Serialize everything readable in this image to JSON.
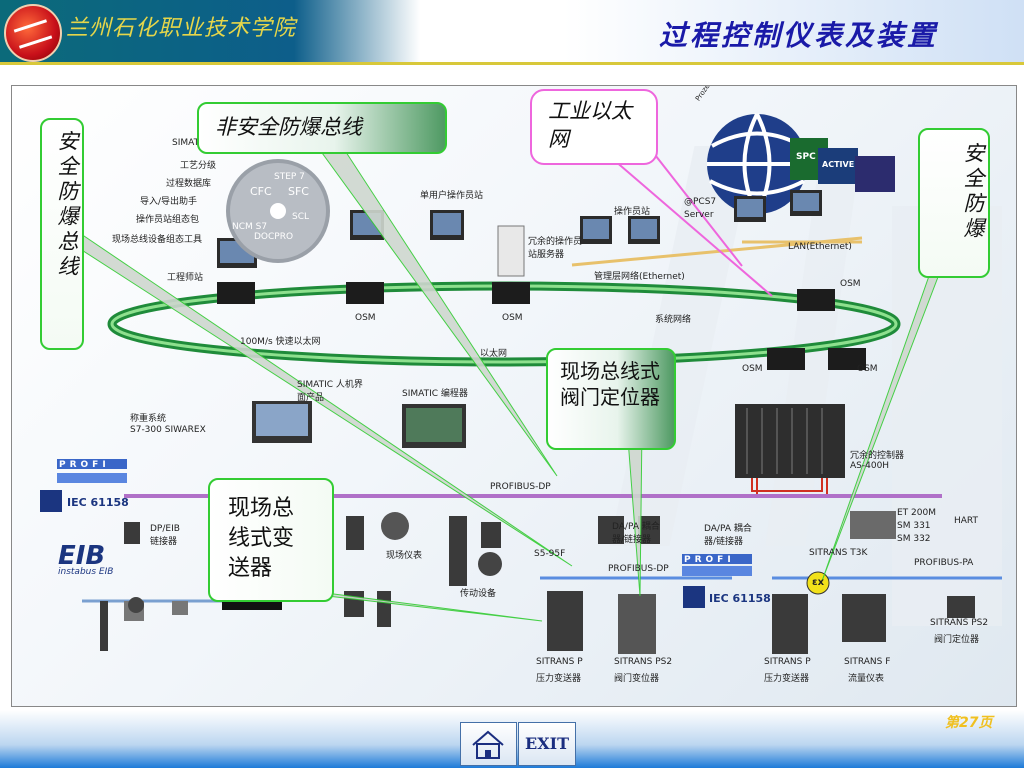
{
  "header": {
    "school_name": "兰州石化职业技术学院",
    "course_title": "过程控制仪表及装置"
  },
  "callouts": {
    "non_safe_bus": "非安全防爆总线",
    "industrial_ethernet": "工业以太网",
    "safe_bus_vertical": "安全防爆总线",
    "safe_vertical": "安全防爆",
    "valve_positioner": "现场总线式阀门定位器",
    "transmitter": "现场总线式变送器"
  },
  "diagram": {
    "simat": "SIMAT",
    "tools": [
      "工艺分级",
      "过程数据库",
      "导入/导出助手",
      "操作员站组态包",
      "现场总线设备组态工具"
    ],
    "eng_station": "工程师站",
    "disc": [
      "STEP 7",
      "CFC",
      "SFC",
      "SCL",
      "NCM S7",
      "DOCPRO"
    ],
    "single_op": "单用户操作员站",
    "redundant_op": "冗余的操作员站服务器",
    "op_station": "操作员站",
    "pcs7": "@PCS7 Server",
    "mgmt_net": "管理层网络(Ethernet)",
    "lan": "LAN(Ethernet)",
    "osm": "OSM",
    "system_net": "系统网络",
    "fast_eth": "100M/s 快速以太网",
    "eth": "以太网",
    "hmi": "SIMATIC 人机界面产品",
    "programmer": "SIMATIC 编程器",
    "weigh": "称重系统",
    "s7": "S7-300 SIWAREX",
    "redundant_ctrl": "冗余的控制器",
    "as": "AS-400H",
    "profibus_dp": "PROFIBUS-DP",
    "profibus_pa": "PROFIBUS-PA",
    "profi": "PROFI",
    "iec": "IEC 61158",
    "dp_eib": "DP/EIB 链接器",
    "dp_pa_coupler": "DA/PA 耦合器/链接器",
    "dp_pa_coupler2": "DA/PA 耦合器/链接器",
    "eib": "EIB",
    "instabus": "instabus EIB",
    "field_instr": "现场仪表",
    "drive": "传动设备",
    "et200": "ET 200M",
    "sm331": "SM 331",
    "sm332": "SM 332",
    "hart": "HART",
    "t3k": "SITRANS T3K",
    "s5": "S5-95F",
    "sitrans_p_1": "SITRANS P",
    "pressure_1": "压力变送器",
    "sitrans_ps2_1": "SITRANS PS2",
    "valve_1": "阀门变位器",
    "sitrans_p_2": "SITRANS P",
    "pressure_2": "压力变送器",
    "sitrans_f": "SITRANS F",
    "flow": "流量仪表",
    "sitrans_ps2_2": "SITRANS PS2",
    "valve_2": "阀门定位器",
    "globe_text": "Prozessdaten im Internet mit Web@aGlance",
    "spc": "SPC",
    "active": "ACTIVE",
    "ex": "εx"
  },
  "footer": {
    "exit_label": "EXIT",
    "page_indicator": "第27页"
  }
}
